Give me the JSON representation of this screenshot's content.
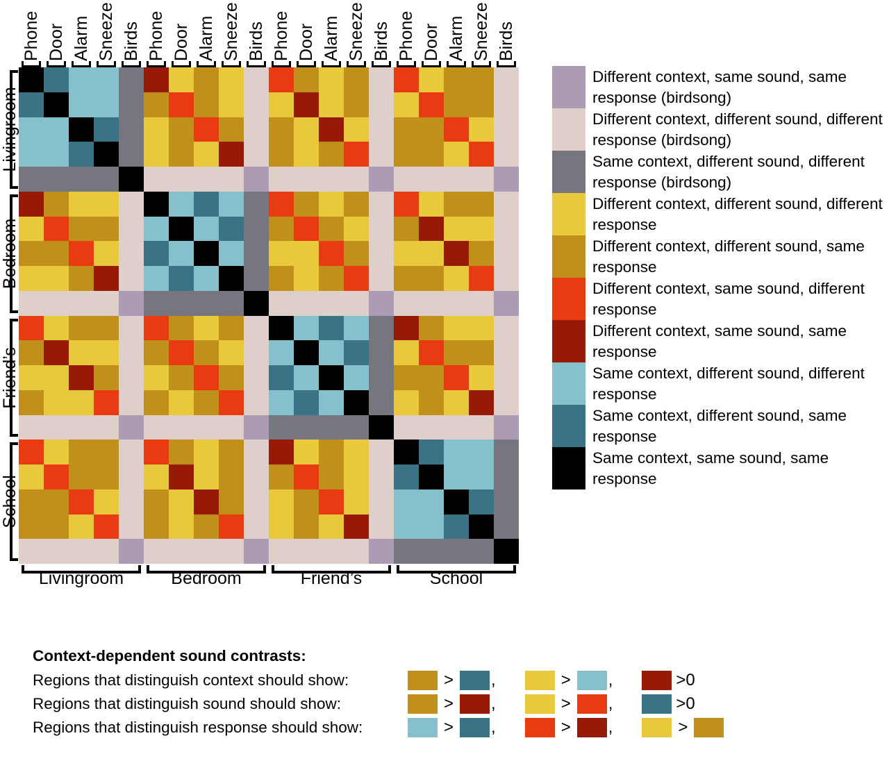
{
  "colors": {
    "purple": "#ab9bb5",
    "pinkgrey": "#dfcfcb",
    "slate": "#76767f",
    "yellow": "#e9c83c",
    "gold": "#c0901a",
    "orange": "#e83b12",
    "darkred": "#971a07",
    "lightblue": "#84c1cc",
    "teal": "#3a7385",
    "black": "#000000"
  },
  "axes": {
    "sound_labels": [
      "Phone",
      "Door",
      "Alarm",
      "Sneeze",
      "Birds"
    ],
    "context_groups": [
      "Livingroom",
      "Bedroom",
      "Friend’s",
      "School"
    ]
  },
  "legend": {
    "items": [
      {
        "color_key": "purple",
        "text": "Different context, same sound, same response (birdsong)"
      },
      {
        "color_key": "pinkgrey",
        "text": "Different context, different sound, different response (birdsong)"
      },
      {
        "color_key": "slate",
        "text": "Same context, different sound, different response (birdsong)"
      },
      {
        "color_key": "yellow",
        "text": "Different context, different sound, different response"
      },
      {
        "color_key": "gold",
        "text": "Different context, different sound, same response"
      },
      {
        "color_key": "orange",
        "text": "Different context, same sound, different response"
      },
      {
        "color_key": "darkred",
        "text": "Different context, same sound, same response"
      },
      {
        "color_key": "lightblue",
        "text": "Same context, different sound, different response"
      },
      {
        "color_key": "teal",
        "text": "Same context, different sound, same response"
      },
      {
        "color_key": "black",
        "text": "Same context, same sound, same response"
      }
    ]
  },
  "caption": {
    "title": "Context-dependent sound contrasts",
    "title_colon": ":",
    "rows": [
      {
        "label": "Regions that distinguish context should show:",
        "groups": [
          {
            "left": "gold",
            "op": ">",
            "right": "teal",
            "sep": ","
          },
          {
            "left": "yellow",
            "op": ">",
            "right": "lightblue",
            "sep": ","
          },
          {
            "left": "darkred",
            "op": ">0",
            "right": null,
            "sep": ""
          }
        ]
      },
      {
        "label": "Regions that distinguish sound should show:",
        "groups": [
          {
            "left": "gold",
            "op": ">",
            "right": "darkred",
            "sep": ","
          },
          {
            "left": "yellow",
            "op": ">",
            "right": "orange",
            "sep": ","
          },
          {
            "left": "teal",
            "op": ">0",
            "right": null,
            "sep": ""
          }
        ]
      },
      {
        "label": "Regions that distinguish response should show:",
        "groups": [
          {
            "left": "lightblue",
            "op": ">",
            "right": "teal",
            "sep": ","
          },
          {
            "left": "orange",
            "op": ">",
            "right": "darkred",
            "sep": ","
          },
          {
            "left": "yellow",
            "op": ">",
            "right": "gold",
            "sep": ""
          }
        ]
      }
    ]
  },
  "chart_data": {
    "type": "heatmap",
    "title": "",
    "xlabel": "",
    "ylabel": "",
    "n_rows": 20,
    "n_cols": 20,
    "row_labels": [
      "Livingroom Phone",
      "Livingroom Door",
      "Livingroom Alarm",
      "Livingroom Sneeze",
      "Livingroom Birds",
      "Bedroom Phone",
      "Bedroom Door",
      "Bedroom Alarm",
      "Bedroom Sneeze",
      "Bedroom Birds",
      "Friend’s Phone",
      "Friend’s Door",
      "Friend’s Alarm",
      "Friend’s Sneeze",
      "Friend’s Birds",
      "School Phone",
      "School Door",
      "School Alarm",
      "School Sneeze",
      "School Birds"
    ],
    "col_labels": [
      "Livingroom Phone",
      "Livingroom Door",
      "Livingroom Alarm",
      "Livingroom Sneeze",
      "Livingroom Birds",
      "Bedroom Phone",
      "Bedroom Door",
      "Bedroom Alarm",
      "Bedroom Sneeze",
      "Bedroom Birds",
      "Friend’s Phone",
      "Friend’s Door",
      "Friend’s Alarm",
      "Friend’s Sneeze",
      "Friend’s Birds",
      "School Phone",
      "School Door",
      "School Alarm",
      "School Sneeze",
      "School Birds"
    ],
    "category_keys": [
      "purple",
      "pinkgrey",
      "slate",
      "yellow",
      "gold",
      "orange",
      "darkred",
      "lightblue",
      "teal",
      "black"
    ],
    "cells": [
      [
        "black",
        "teal",
        "lightblue",
        "lightblue",
        "slate",
        "darkred",
        "yellow",
        "gold",
        "yellow",
        "pinkgrey",
        "orange",
        "gold",
        "yellow",
        "gold",
        "pinkgrey",
        "orange",
        "yellow",
        "gold",
        "gold",
        "pinkgrey"
      ],
      [
        "teal",
        "black",
        "lightblue",
        "lightblue",
        "slate",
        "gold",
        "orange",
        "gold",
        "yellow",
        "pinkgrey",
        "yellow",
        "darkred",
        "yellow",
        "gold",
        "pinkgrey",
        "yellow",
        "orange",
        "gold",
        "gold",
        "pinkgrey"
      ],
      [
        "lightblue",
        "lightblue",
        "black",
        "teal",
        "slate",
        "yellow",
        "gold",
        "orange",
        "gold",
        "pinkgrey",
        "gold",
        "yellow",
        "darkred",
        "yellow",
        "pinkgrey",
        "gold",
        "gold",
        "orange",
        "yellow",
        "pinkgrey"
      ],
      [
        "lightblue",
        "lightblue",
        "teal",
        "black",
        "slate",
        "yellow",
        "gold",
        "yellow",
        "darkred",
        "pinkgrey",
        "gold",
        "yellow",
        "gold",
        "orange",
        "pinkgrey",
        "gold",
        "gold",
        "yellow",
        "orange",
        "pinkgrey"
      ],
      [
        "slate",
        "slate",
        "slate",
        "slate",
        "black",
        "pinkgrey",
        "pinkgrey",
        "pinkgrey",
        "pinkgrey",
        "purple",
        "pinkgrey",
        "pinkgrey",
        "pinkgrey",
        "pinkgrey",
        "purple",
        "pinkgrey",
        "pinkgrey",
        "pinkgrey",
        "pinkgrey",
        "purple"
      ],
      [
        "darkred",
        "gold",
        "yellow",
        "yellow",
        "pinkgrey",
        "black",
        "lightblue",
        "teal",
        "lightblue",
        "slate",
        "orange",
        "gold",
        "yellow",
        "gold",
        "pinkgrey",
        "orange",
        "yellow",
        "gold",
        "gold",
        "pinkgrey"
      ],
      [
        "yellow",
        "orange",
        "gold",
        "gold",
        "pinkgrey",
        "lightblue",
        "black",
        "lightblue",
        "teal",
        "slate",
        "gold",
        "orange",
        "gold",
        "yellow",
        "pinkgrey",
        "gold",
        "darkred",
        "yellow",
        "yellow",
        "pinkgrey"
      ],
      [
        "gold",
        "gold",
        "orange",
        "yellow",
        "pinkgrey",
        "teal",
        "lightblue",
        "black",
        "lightblue",
        "slate",
        "yellow",
        "yellow",
        "orange",
        "gold",
        "pinkgrey",
        "yellow",
        "yellow",
        "darkred",
        "gold",
        "pinkgrey"
      ],
      [
        "yellow",
        "yellow",
        "gold",
        "darkred",
        "pinkgrey",
        "lightblue",
        "teal",
        "lightblue",
        "black",
        "slate",
        "gold",
        "yellow",
        "gold",
        "orange",
        "pinkgrey",
        "gold",
        "gold",
        "yellow",
        "orange",
        "pinkgrey"
      ],
      [
        "pinkgrey",
        "pinkgrey",
        "pinkgrey",
        "pinkgrey",
        "purple",
        "slate",
        "slate",
        "slate",
        "slate",
        "black",
        "pinkgrey",
        "pinkgrey",
        "pinkgrey",
        "pinkgrey",
        "purple",
        "pinkgrey",
        "pinkgrey",
        "pinkgrey",
        "pinkgrey",
        "purple"
      ],
      [
        "orange",
        "yellow",
        "gold",
        "gold",
        "pinkgrey",
        "orange",
        "gold",
        "yellow",
        "gold",
        "pinkgrey",
        "black",
        "lightblue",
        "teal",
        "lightblue",
        "slate",
        "darkred",
        "gold",
        "yellow",
        "yellow",
        "pinkgrey"
      ],
      [
        "gold",
        "darkred",
        "yellow",
        "yellow",
        "pinkgrey",
        "gold",
        "orange",
        "gold",
        "yellow",
        "pinkgrey",
        "lightblue",
        "black",
        "lightblue",
        "teal",
        "slate",
        "yellow",
        "orange",
        "gold",
        "gold",
        "pinkgrey"
      ],
      [
        "yellow",
        "yellow",
        "darkred",
        "gold",
        "pinkgrey",
        "yellow",
        "gold",
        "orange",
        "gold",
        "pinkgrey",
        "teal",
        "lightblue",
        "black",
        "lightblue",
        "slate",
        "gold",
        "gold",
        "orange",
        "yellow",
        "pinkgrey"
      ],
      [
        "gold",
        "yellow",
        "yellow",
        "orange",
        "pinkgrey",
        "gold",
        "yellow",
        "gold",
        "orange",
        "pinkgrey",
        "lightblue",
        "teal",
        "lightblue",
        "black",
        "slate",
        "yellow",
        "gold",
        "yellow",
        "darkred",
        "pinkgrey"
      ],
      [
        "pinkgrey",
        "pinkgrey",
        "pinkgrey",
        "pinkgrey",
        "purple",
        "pinkgrey",
        "pinkgrey",
        "pinkgrey",
        "pinkgrey",
        "purple",
        "slate",
        "slate",
        "slate",
        "slate",
        "black",
        "pinkgrey",
        "pinkgrey",
        "pinkgrey",
        "pinkgrey",
        "purple"
      ],
      [
        "orange",
        "yellow",
        "gold",
        "gold",
        "pinkgrey",
        "orange",
        "gold",
        "yellow",
        "gold",
        "pinkgrey",
        "darkred",
        "yellow",
        "gold",
        "yellow",
        "pinkgrey",
        "black",
        "teal",
        "lightblue",
        "lightblue",
        "slate"
      ],
      [
        "yellow",
        "orange",
        "gold",
        "gold",
        "pinkgrey",
        "yellow",
        "darkred",
        "yellow",
        "gold",
        "pinkgrey",
        "gold",
        "orange",
        "gold",
        "yellow",
        "pinkgrey",
        "teal",
        "black",
        "lightblue",
        "lightblue",
        "slate"
      ],
      [
        "gold",
        "gold",
        "orange",
        "yellow",
        "pinkgrey",
        "gold",
        "yellow",
        "darkred",
        "gold",
        "pinkgrey",
        "yellow",
        "gold",
        "orange",
        "yellow",
        "pinkgrey",
        "lightblue",
        "lightblue",
        "black",
        "teal",
        "slate"
      ],
      [
        "gold",
        "gold",
        "yellow",
        "orange",
        "pinkgrey",
        "gold",
        "yellow",
        "gold",
        "orange",
        "pinkgrey",
        "yellow",
        "gold",
        "yellow",
        "darkred",
        "pinkgrey",
        "lightblue",
        "lightblue",
        "teal",
        "black",
        "slate"
      ],
      [
        "pinkgrey",
        "pinkgrey",
        "pinkgrey",
        "pinkgrey",
        "purple",
        "pinkgrey",
        "pinkgrey",
        "pinkgrey",
        "pinkgrey",
        "purple",
        "pinkgrey",
        "pinkgrey",
        "pinkgrey",
        "pinkgrey",
        "purple",
        "slate",
        "slate",
        "slate",
        "slate",
        "black"
      ]
    ]
  }
}
